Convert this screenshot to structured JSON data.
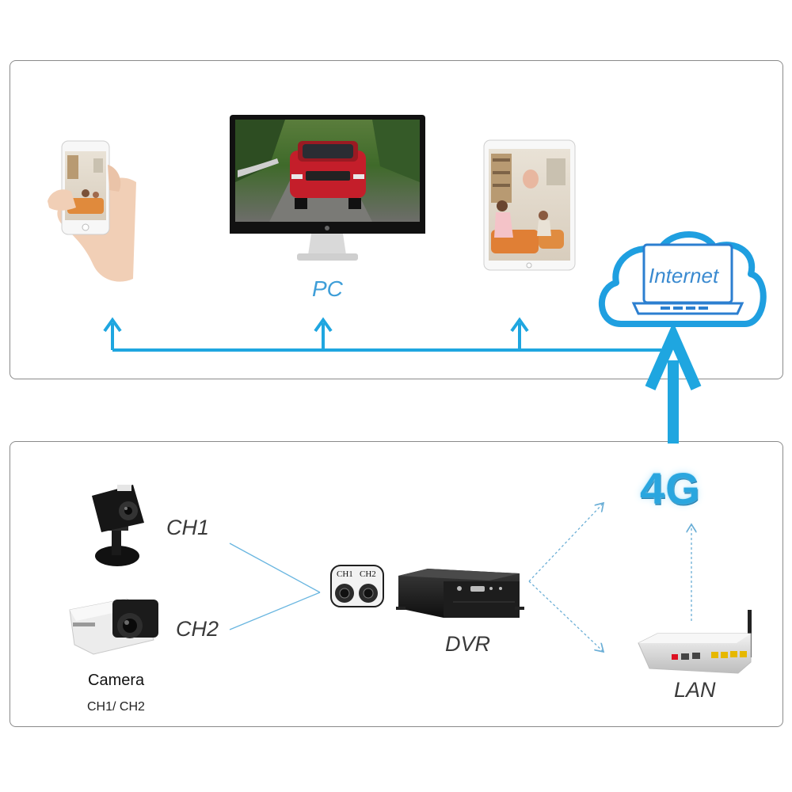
{
  "labels": {
    "pc": "PC",
    "internet": "Internet",
    "ch1": "CH1",
    "ch2": "CH2",
    "dvr": "DVR",
    "lan": "LAN",
    "network_4g": "4G",
    "camera_title": "Camera",
    "camera_sub": "CH1/ CH2",
    "port_ch1": "CH1",
    "port_ch2": "CH2"
  },
  "colors": {
    "accent_blue": "#1fa6e0",
    "label_blue": "#3e9ed8",
    "panel_border": "#8a8a8a",
    "dashed_line": "#6aaed6",
    "connector_line": "#6ab6e0"
  },
  "icons": [
    "smartphone-icon",
    "monitor-icon",
    "tablet-icon",
    "cloud-laptop-icon",
    "pinhole-camera-icon",
    "bullet-camera-icon",
    "connector-ports-icon",
    "dvr-box-icon",
    "router-icon"
  ]
}
